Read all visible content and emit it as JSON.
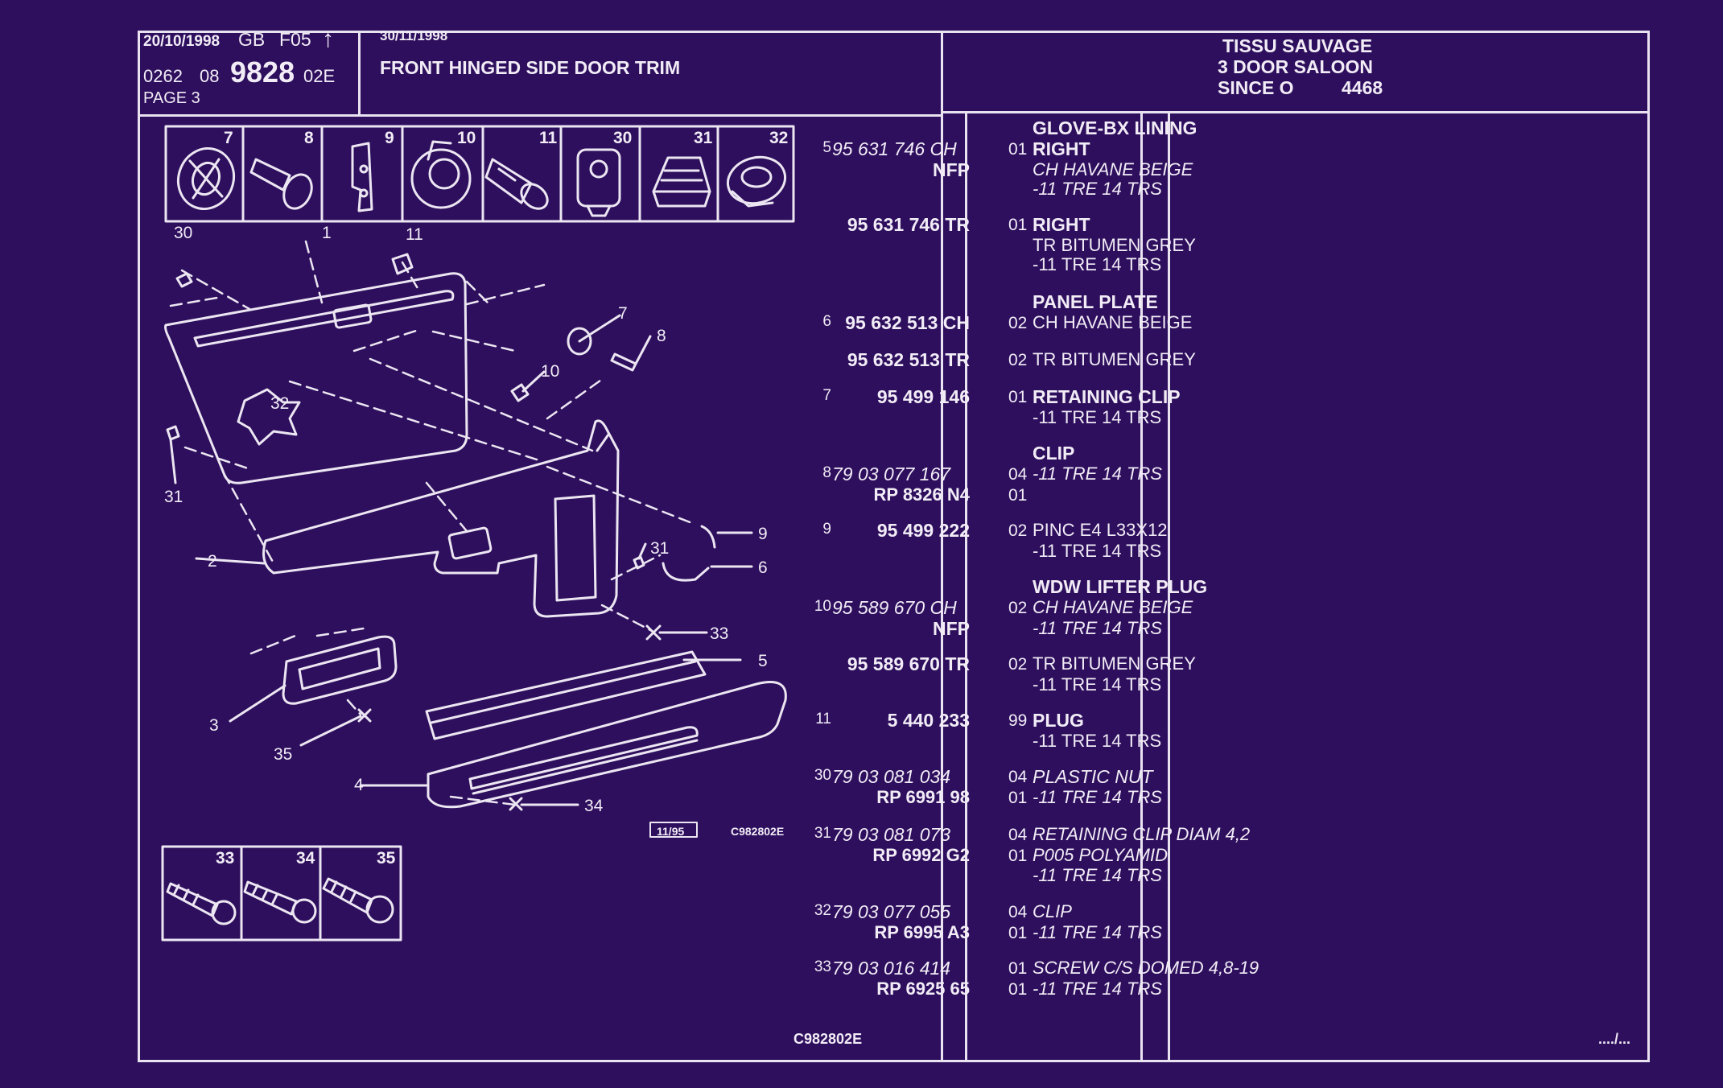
{
  "header": {
    "date1": "20/10/1998",
    "country": "GB",
    "code": "F05",
    "arrow": "↑",
    "ref_a": "0262",
    "ref_b": "08",
    "ref_main": "9828",
    "ref_c": "02E",
    "page": "PAGE 3",
    "date2": "30/11/1998",
    "title": "FRONT HINGED SIDE DOOR TRIM",
    "model_line1": "TISSU SAUVAGE",
    "model_line2": "3 DOOR SALOON",
    "model_line3_a": "SINCE O",
    "model_line3_b": "4468"
  },
  "diagram": {
    "top_parts": [
      "7",
      "8",
      "9",
      "10",
      "11",
      "30",
      "31",
      "32"
    ],
    "bottom_parts": [
      "33",
      "34",
      "35"
    ],
    "callouts": [
      "30",
      "1",
      "11",
      "7",
      "8",
      "10",
      "32",
      "31",
      "2",
      "9",
      "31",
      "6",
      "33",
      "5",
      "3",
      "35",
      "4",
      "34"
    ],
    "date_box": "11/95",
    "code": "C982802E"
  },
  "parts": [
    {
      "idx": "5",
      "lines": [
        {
          "pn": "",
          "pn_i": "",
          "qty": "",
          "desc": "GLOVE-BX LINING",
          "desc_style": "b"
        },
        {
          "pn": "",
          "pn_i": "95 631 746 CH",
          "qty": "01",
          "desc": "RIGHT",
          "desc_style": "b"
        },
        {
          "pn": "NFP",
          "pn_i": "",
          "qty": "",
          "desc": "CH HAVANE BEIGE",
          "desc_style": "i"
        },
        {
          "pn": "",
          "pn_i": "",
          "qty": "",
          "desc": "-11 TRE 14 TRS",
          "desc_style": "i"
        }
      ]
    }
  ],
  "rows": {
    "r1": {
      "idx": "5",
      "head": "GLOVE-BX LINING",
      "pn_i": "95 631 746 CH",
      "qty": "01",
      "desc1": "RIGHT",
      "pn2": "NFP",
      "desc2": "CH HAVANE BEIGE",
      "desc3": "-11 TRE 14 TRS"
    },
    "r2": {
      "pn": "95 631 746 TR",
      "qty": "01",
      "desc1": "RIGHT",
      "desc2": "TR BITUMEN GREY",
      "desc3": "-11 TRE 14 TRS"
    },
    "r3": {
      "idx": "6",
      "head": "PANEL PLATE",
      "pn": "95 632 513 CH",
      "qty": "02",
      "desc1": "CH HAVANE BEIGE"
    },
    "r4": {
      "pn": "95 632 513 TR",
      "qty": "02",
      "desc1": "TR BITUMEN GREY"
    },
    "r5": {
      "idx": "7",
      "pn": "95 499 146",
      "qty": "01",
      "desc1": "RETAINING CLIP",
      "desc2": "-11 TRE 14 TRS"
    },
    "r6": {
      "idx": "8",
      "head": "CLIP",
      "pn_i": "79 03 077 167",
      "qty": "04",
      "desc1": "-11 TRE 14 TRS",
      "pn2": "RP  8326 N4",
      "qty2": "01"
    },
    "r7": {
      "idx": "9",
      "pn": "95 499 222",
      "qty": "02",
      "desc1": "PINC E4 L33X12",
      "desc2": "-11 TRE 14 TRS"
    },
    "r8": {
      "idx": "10",
      "head": "WDW LIFTER PLUG",
      "pn_i": "95 589 670 CH",
      "qty": "02",
      "desc1": "CH HAVANE BEIGE",
      "pn2": "NFP",
      "desc2": "-11 TRE 14 TRS"
    },
    "r9": {
      "pn": "95 589 670 TR",
      "qty": "02",
      "desc1": "TR BITUMEN GREY",
      "desc2": "-11 TRE 14 TRS"
    },
    "r10": {
      "idx": "11",
      "pn": "5 440 233",
      "qty": "99",
      "desc1": "PLUG",
      "desc2": "-11 TRE 14 TRS"
    },
    "r11": {
      "idx": "30",
      "pn_i": "79 03 081 034",
      "qty": "04",
      "desc1": "PLASTIC NUT",
      "pn2": "RP  6991 98",
      "qty2": "01",
      "desc2": "-11 TRE 14 TRS"
    },
    "r12": {
      "idx": "31",
      "pn_i": "79 03 081 073",
      "qty": "04",
      "desc1": "RETAINING CLIP DIAM 4,2",
      "pn2": "RP  6992 G2",
      "qty2": "01",
      "desc2": "P005 POLYAMID",
      "desc3": "-11 TRE 14 TRS"
    },
    "r13": {
      "idx": "32",
      "pn_i": "79 03 077 055",
      "qty": "04",
      "desc1": "CLIP",
      "pn2": "RP  6995 A3",
      "qty2": "01",
      "desc2": "-11 TRE 14 TRS"
    },
    "r14": {
      "idx": "33",
      "pn_i": "79 03 016 414",
      "qty": "01",
      "desc1": "SCREW C/S DOMED 4,8-19",
      "pn2": "RP  6925 65",
      "qty2": "01",
      "desc2": "-11 TRE 14 TRS"
    }
  },
  "footer": {
    "code": "C982802E",
    "continued": "..../..."
  }
}
